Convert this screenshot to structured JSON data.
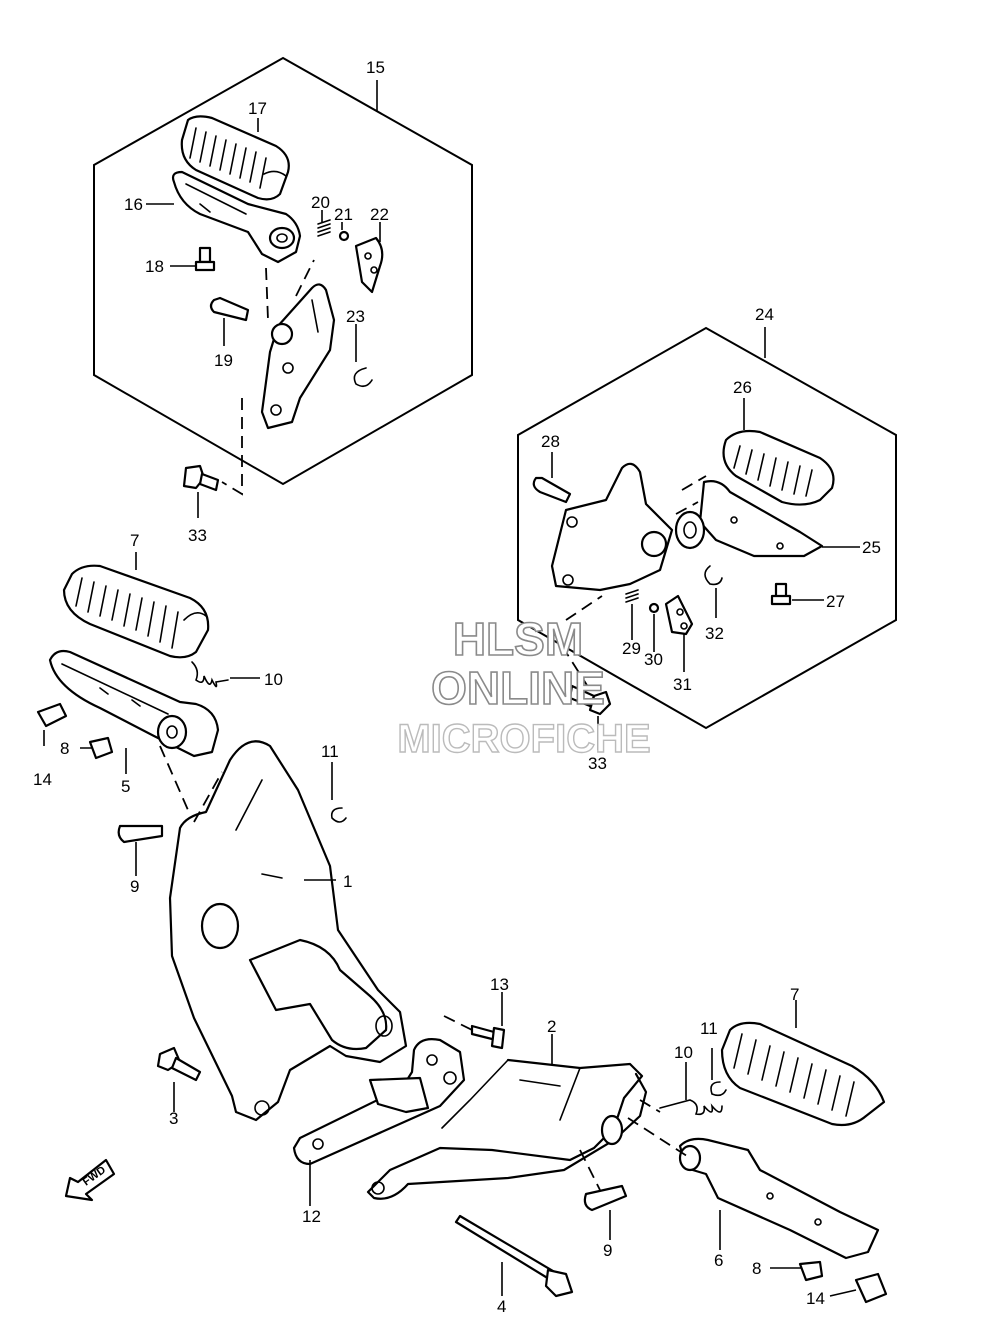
{
  "callouts": {
    "c15": "15",
    "c17": "17",
    "c16": "16",
    "c20": "20",
    "c21": "21",
    "c22": "22",
    "c18": "18",
    "c19": "19",
    "c23": "23",
    "c33a": "33",
    "c24": "24",
    "c26": "26",
    "c28": "28",
    "c25": "25",
    "c27": "27",
    "c29": "29",
    "c30": "30",
    "c32": "32",
    "c31": "31",
    "c33b": "33",
    "c7a": "7",
    "c10a": "10",
    "c8a": "8",
    "c14a": "14",
    "c5": "5",
    "c11a": "11",
    "c9a": "9",
    "c1": "1",
    "c3": "3",
    "c13": "13",
    "c2": "2",
    "c12": "12",
    "c9b": "9",
    "c4": "4",
    "c7b": "7",
    "c11b": "11",
    "c10b": "10",
    "c6": "6",
    "c8b": "8",
    "c14b": "14"
  },
  "fwd_label": "FWD",
  "watermark": {
    "line1": "HLSM",
    "line2": "ONLINE",
    "line3": "MICROFICHE"
  }
}
